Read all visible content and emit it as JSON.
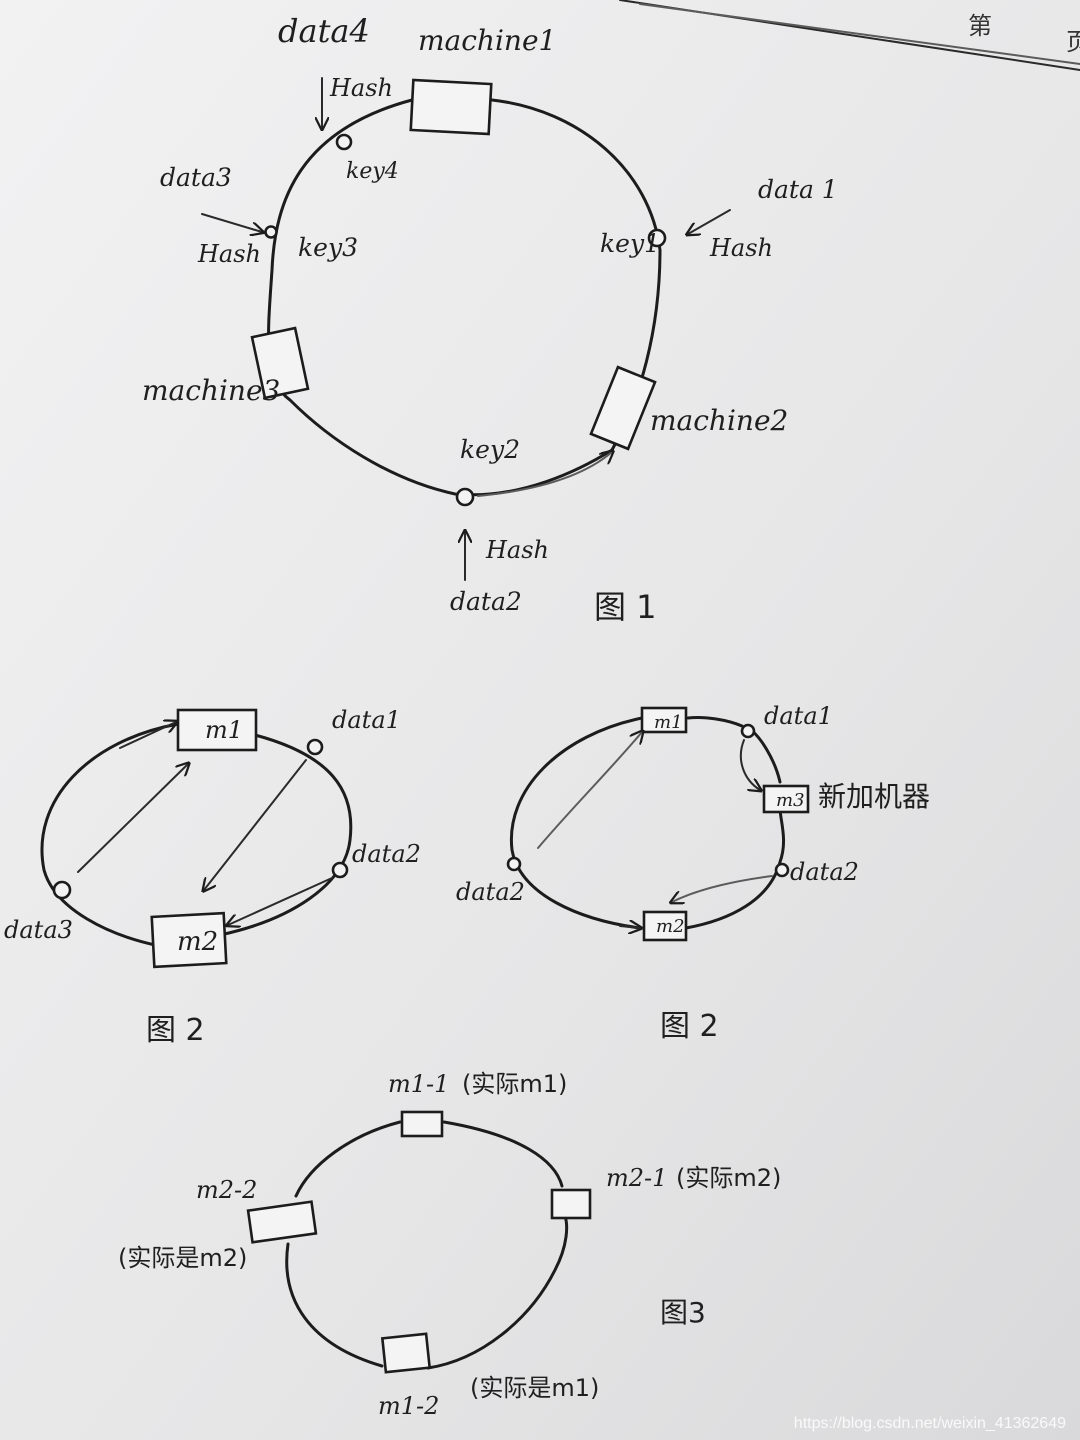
{
  "header": {
    "page_mark": "第",
    "page_mark_2": "页"
  },
  "figure1": {
    "caption": "图 1",
    "machines": [
      "machine1",
      "machine2",
      "machine3"
    ],
    "keys": [
      "key1",
      "key2",
      "key3",
      "key4"
    ],
    "data": [
      "data 1",
      "data2",
      "data3",
      "data4"
    ],
    "hash_label": "Hash"
  },
  "figure2a": {
    "caption": "图 2",
    "machines": [
      "m1",
      "m2"
    ],
    "data": [
      "data1",
      "data2",
      "data3"
    ]
  },
  "figure2b": {
    "caption": "图 2",
    "machines": [
      "m1",
      "m3",
      "m2"
    ],
    "data": [
      "data1",
      "data2",
      "data2"
    ],
    "note": "新加机器"
  },
  "figure3": {
    "caption": "图3",
    "nodes": [
      {
        "name": "m1-1",
        "note": "(实际m1)"
      },
      {
        "name": "m2-1",
        "note": "(实际m2)"
      },
      {
        "name": "m2-2",
        "note": "(实际是m2)"
      },
      {
        "name": "m1-2",
        "note": "(实际是m1)"
      }
    ]
  },
  "watermark": "https://blog.csdn.net/weixin_41362649"
}
